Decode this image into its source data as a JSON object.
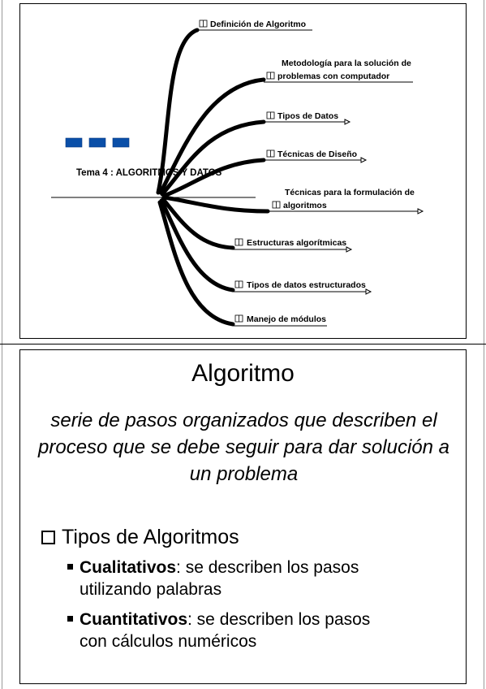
{
  "slide1": {
    "center_label": "Tema 4 : ALGORITMOS Y DATOS",
    "branches": [
      {
        "lines": [
          "Definición de Algoritmo"
        ]
      },
      {
        "lines": [
          "Metodología para la solución de",
          "problemas con computador"
        ]
      },
      {
        "lines": [
          "Tipos de Datos"
        ]
      },
      {
        "lines": [
          "Técnicas de Diseño"
        ]
      },
      {
        "lines": [
          "Técnicas para la formulación de",
          "algoritmos"
        ]
      },
      {
        "lines": [
          "Estructuras algorítmicas"
        ]
      },
      {
        "lines": [
          "Tipos de datos estructurados"
        ]
      },
      {
        "lines": [
          "Manejo de módulos"
        ]
      }
    ],
    "colors": {
      "boxes": "#0a4fa8",
      "lines": "#000000"
    }
  },
  "slide2": {
    "title": "Algoritmo",
    "definition": "serie de pasos organizados que describen el proceso que se debe seguir para dar solución a un problema",
    "bullet": "Tipos de Algoritmos",
    "subitems": [
      {
        "term": "Cualitativos",
        "line1": ": se describen los pasos",
        "line2": "utilizando palabras"
      },
      {
        "term": "Cuantitativos",
        "line1": ": se describen los pasos",
        "line2": "con cálculos numéricos"
      }
    ]
  }
}
